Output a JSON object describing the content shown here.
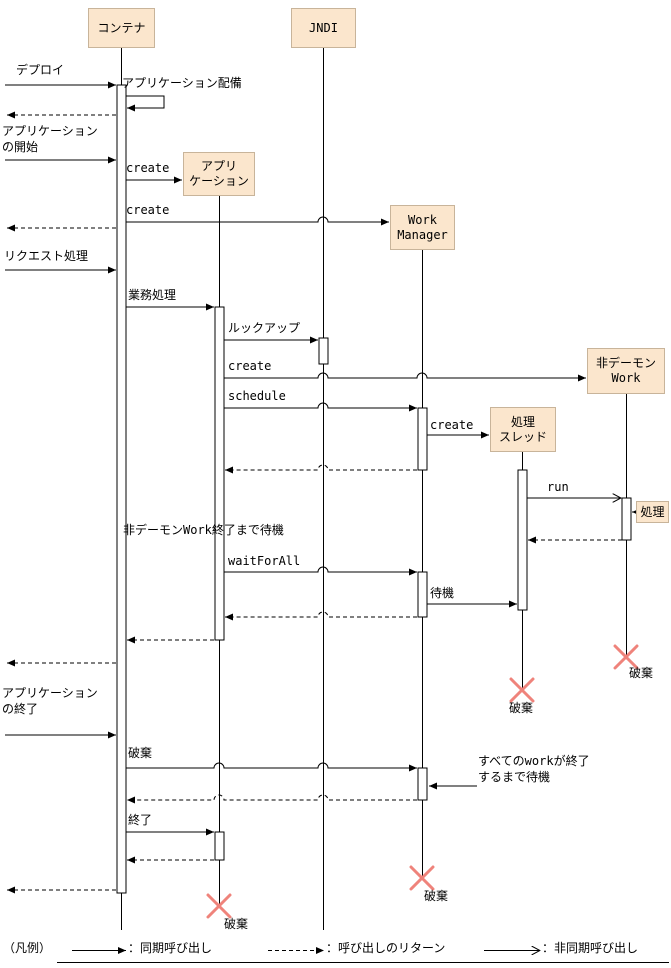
{
  "participants": {
    "container": "コンテナ",
    "jndi": "JNDI",
    "application": "アプリ\nケーション",
    "work_manager": "Work\nManager",
    "worker_thread": "処理\nスレッド",
    "nondaemon_work": "非デーモン\nWork",
    "process": "処理"
  },
  "external_events": {
    "deploy": "デプロイ",
    "app_start": "アプリケーション\nの開始",
    "request": "リクエスト処理",
    "app_end": "アプリケーション\nの終了"
  },
  "messages": {
    "app_deploy": "アプリケーション配備",
    "create_app": "create",
    "create_wm": "create",
    "business": "業務処理",
    "lookup": "ルックアップ",
    "create_work": "create",
    "schedule": "schedule",
    "create_thread": "create",
    "run": "run",
    "wait_note": "非デーモンWork終了まで待機",
    "wait_for_all": "waitForAll",
    "wait": "待機",
    "destroy_msg": "破棄",
    "all_work_note": "すべてのworkが終了\nするまで待機",
    "end_msg": "終了"
  },
  "destroy_labels": {
    "nondaemon_work": "破棄",
    "worker_thread": "破棄",
    "work_manager": "破棄",
    "application": "破棄"
  },
  "legend": {
    "title": "（凡例）",
    "sync": "：同期呼び出し",
    "return": "：呼び出しのリターン",
    "async": "：非同期呼び出し"
  },
  "colors": {
    "box_fill": "#fbe6cd",
    "box_border": "#c8b49a",
    "line": "#000000",
    "destroy_x": "#ef837b"
  }
}
